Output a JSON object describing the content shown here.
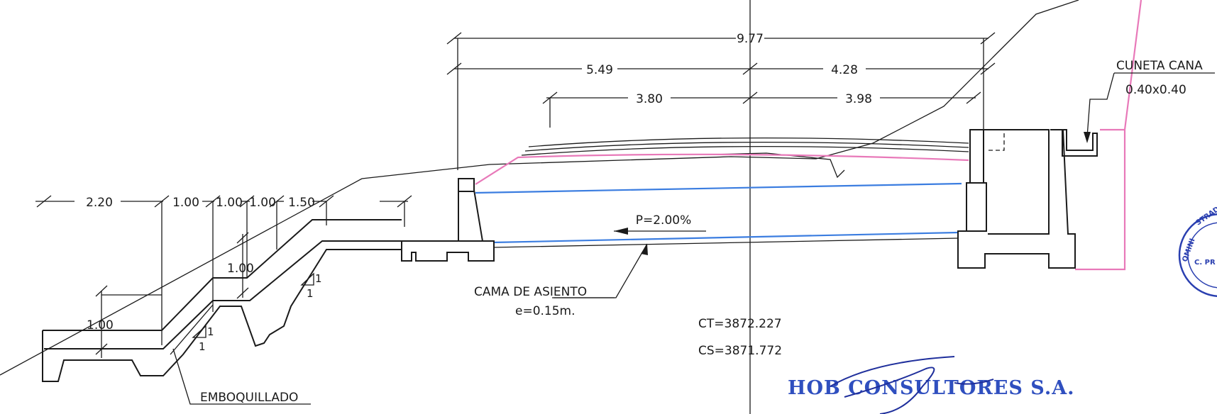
{
  "dimensions": {
    "total_width": "9.77",
    "left_span": "5.49",
    "right_span": "4.28",
    "inner_left": "3.80",
    "inner_right": "3.98",
    "step_1": "2.20",
    "step_2": "1.00",
    "step_3": "1.00",
    "step_4": "1.00",
    "step_5": "1.50",
    "vertical_upper": "1.00",
    "vertical_lower": "1.00"
  },
  "slopes": {
    "upper_value": "1",
    "upper_ratio": "1",
    "lower_value": "1",
    "lower_ratio": "1"
  },
  "labels": {
    "cuneta_title": "CUNETA CANA",
    "cuneta_size": "0.40x0.40",
    "slope_label": "P=2.00%",
    "cama_title": "CAMA DE ASIENTO",
    "cama_thickness": "e=0.15m.",
    "ct_value": "CT=3872.227",
    "cs_value": "CS=3871.772",
    "emboquillado": "EMBOQUILLADO"
  },
  "company": {
    "name": "HOB CONSULTORES S.A."
  },
  "stamp": {
    "text_top": "STRADO",
    "text_left": "OMINI",
    "text_mid": "C. PR"
  },
  "colors": {
    "line": "#1a1a1a",
    "pavement_pink": "#e879b9",
    "subgrade_blue": "#3b7de0",
    "company_blue": "#2f4fbf"
  }
}
